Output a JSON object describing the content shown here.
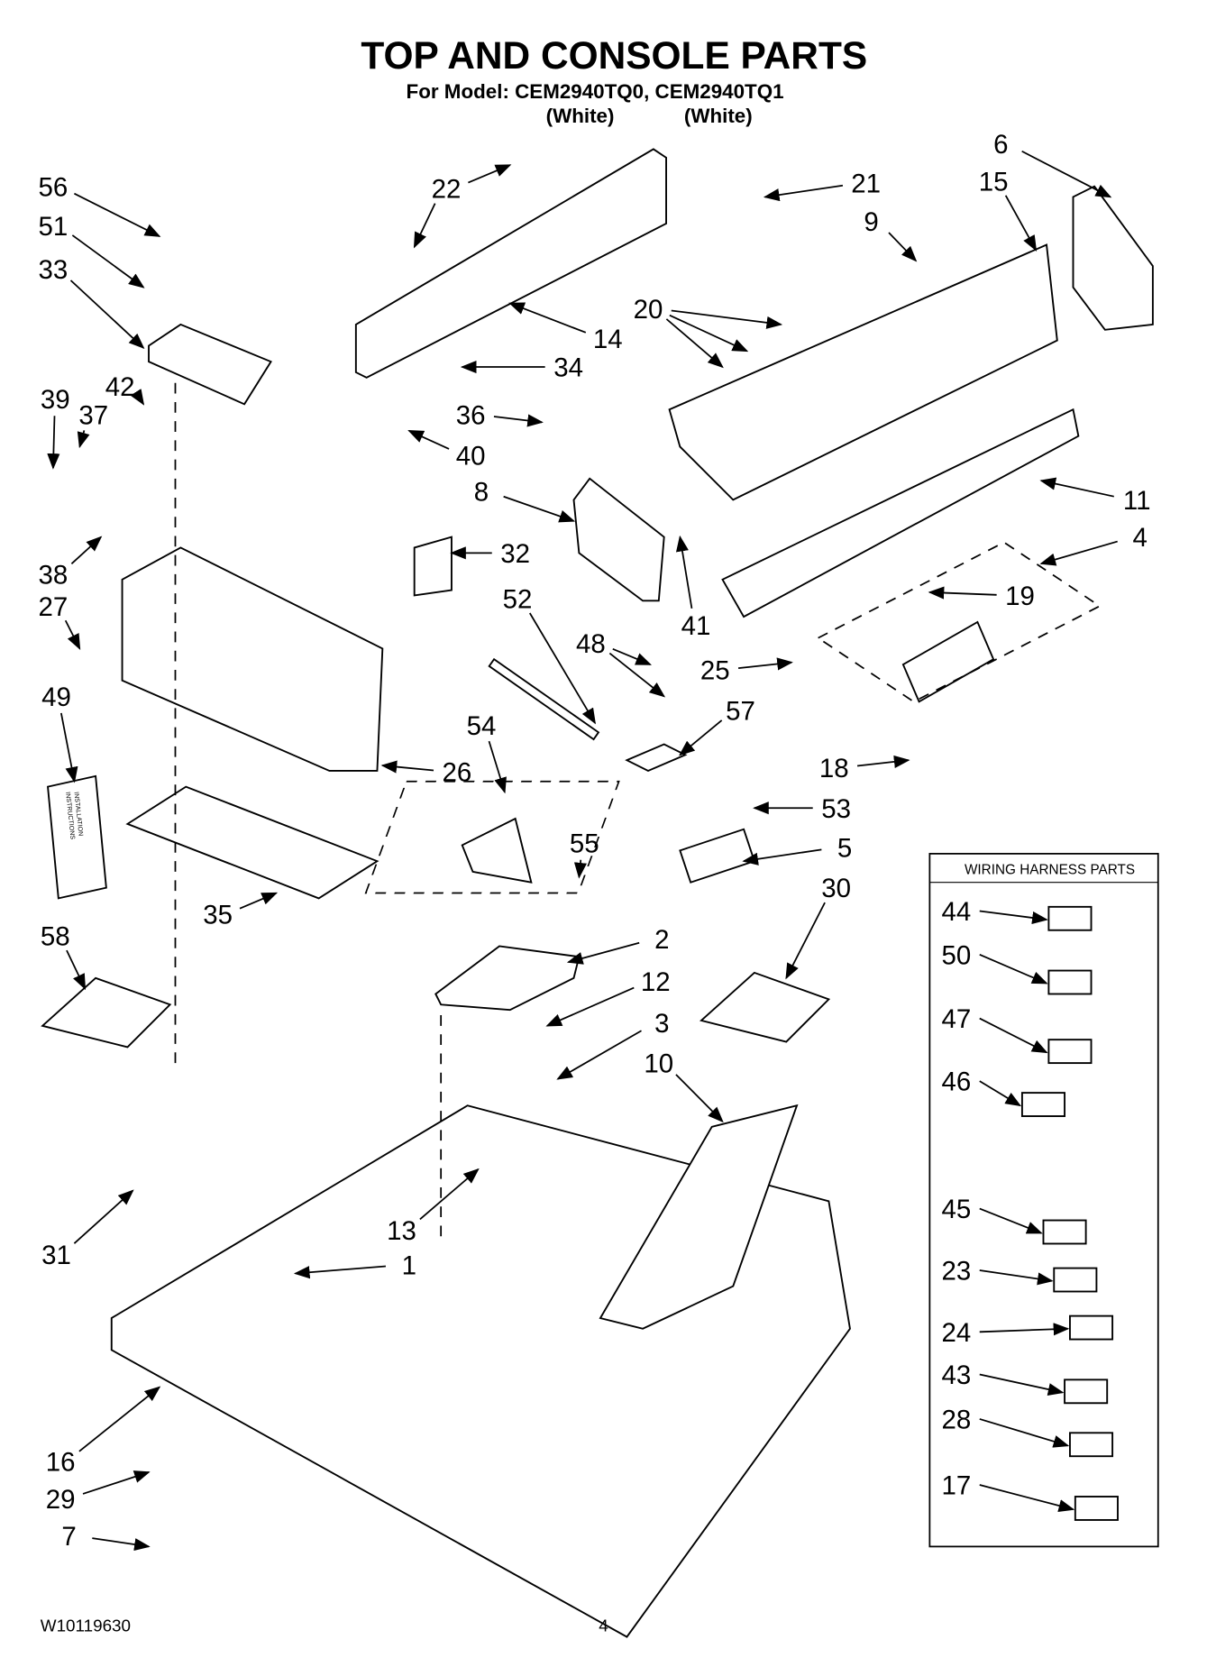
{
  "header": {
    "title": "TOP AND CONSOLE PARTS",
    "model_line": "For Model: CEM2940TQ0, CEM2940TQ1",
    "color_1": "(White)",
    "color_2": "(White)"
  },
  "callouts": [
    "56",
    "51",
    "33",
    "39",
    "37",
    "42",
    "38",
    "27",
    "49",
    "22",
    "21",
    "6",
    "15",
    "9",
    "14",
    "34",
    "20",
    "36",
    "40",
    "8",
    "11",
    "4",
    "32",
    "41",
    "19",
    "52",
    "48",
    "25",
    "54",
    "57",
    "26",
    "18",
    "53",
    "5",
    "55",
    "35",
    "30",
    "58",
    "2",
    "12",
    "3",
    "10",
    "13",
    "1",
    "31",
    "16",
    "29",
    "7"
  ],
  "book_text": [
    "INSTALLATION",
    "INSTRUCTIONS"
  ],
  "harness_box": {
    "title": "WIRING HARNESS PARTS",
    "callouts": [
      "44",
      "50",
      "47",
      "46",
      "45",
      "23",
      "24",
      "43",
      "28",
      "17"
    ]
  },
  "footer": {
    "doc_number": "W10119630",
    "page": "4"
  }
}
